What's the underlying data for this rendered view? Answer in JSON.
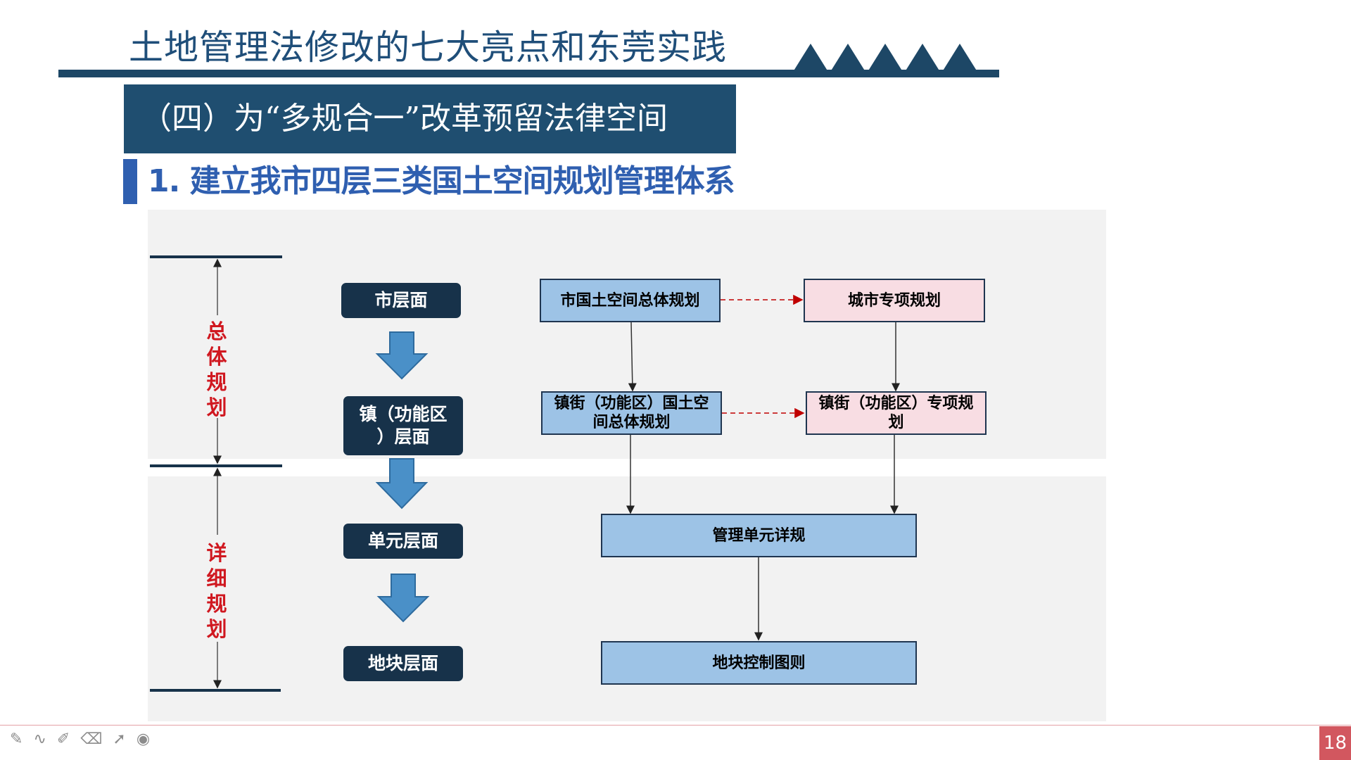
{
  "header": {
    "title": "土地管理法修改的七大亮点和东莞实践",
    "section": "（四）为“多规合一”改革预留法律空间",
    "subheading": "1. 建立我市四层三类国土空间规划管理体系"
  },
  "diagram": {
    "phases": [
      {
        "label": "总\n体\n规\n划"
      },
      {
        "label": "详\n细\n规\n划"
      }
    ],
    "levels": [
      {
        "label": "市层面"
      },
      {
        "label": "镇（功能区\n）层面"
      },
      {
        "label": "单元层面"
      },
      {
        "label": "地块层面"
      }
    ],
    "plans": {
      "city_master": "市国土空间总体规划",
      "city_special": "城市专项规划",
      "town_master": "镇街（功能区）国土空间总体规划",
      "town_special": "镇街（功能区）专项规划",
      "unit_detail": "管理单元详规",
      "plot_control": "地块控制图则"
    }
  },
  "footer": {
    "page_number": "18",
    "tools": [
      "pen-icon",
      "ink-icon",
      "highlighter-icon",
      "eraser-icon",
      "pointer-icon",
      "record-icon"
    ]
  },
  "colors": {
    "navy": "#1f4e70",
    "accent_blue": "#2f5fb0",
    "plan_blue": "#9dc3e6",
    "plan_pink": "#f8dde3",
    "label_red": "#d01820",
    "arrow_blue": "#4a90c8"
  }
}
